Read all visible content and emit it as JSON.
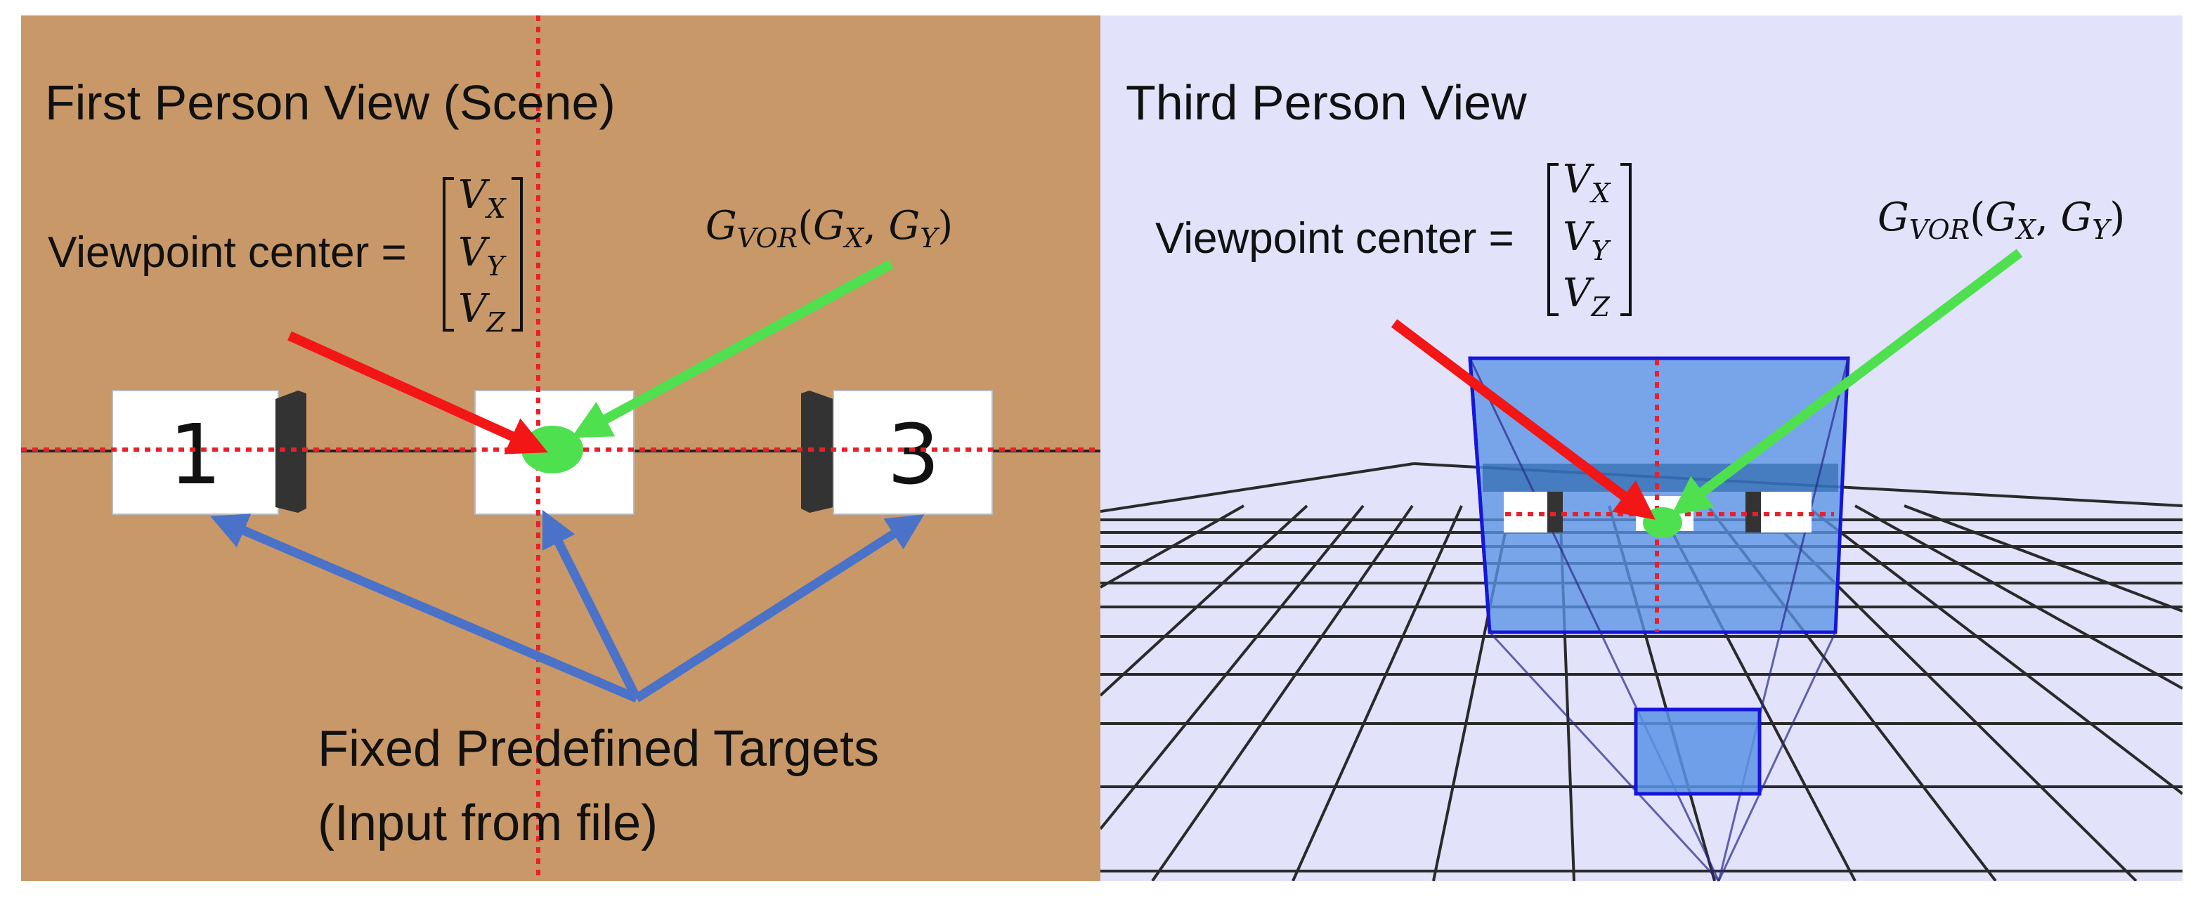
{
  "colors": {
    "left_background": "#C89868",
    "right_background": "#E2E2FB",
    "crosshair": "#E8202A",
    "red_arrow": "#F21616",
    "green": "#4FE04F",
    "blue_arrow": "#4A72C8",
    "frustum_fill": "#5A93E4",
    "frustum_edge": "#1616D8",
    "grid": "#2A2A2A"
  },
  "left_panel": {
    "title": "First Person View (Scene)",
    "viewpoint_prefix": "Viewpoint center = ",
    "vector": [
      "V",
      "V",
      "V"
    ],
    "vector_subs": [
      "X",
      "Y",
      "Z"
    ],
    "gaze": {
      "main": "G",
      "sub": "VOR",
      "open": "(",
      "gx": "G",
      "gx_sub": "X",
      "comma": ", ",
      "gy": "G",
      "gy_sub": "Y",
      "close": ")"
    },
    "targets": [
      {
        "label": "1",
        "icon": "target-1"
      },
      {
        "label": "",
        "icon": "target-2"
      },
      {
        "label": "3",
        "icon": "target-3"
      }
    ],
    "caption_line1": "Fixed Predefined Targets",
    "caption_line2": "(Input from file)"
  },
  "right_panel": {
    "title": "Third Person View",
    "viewpoint_prefix": "Viewpoint center = ",
    "vector": [
      "V",
      "V",
      "V"
    ],
    "vector_subs": [
      "X",
      "Y",
      "Z"
    ],
    "gaze": {
      "main": "G",
      "sub": "VOR",
      "open": "(",
      "gx": "G",
      "gx_sub": "X",
      "comma": ", ",
      "gy": "G",
      "gy_sub": "Y",
      "close": ")"
    }
  }
}
